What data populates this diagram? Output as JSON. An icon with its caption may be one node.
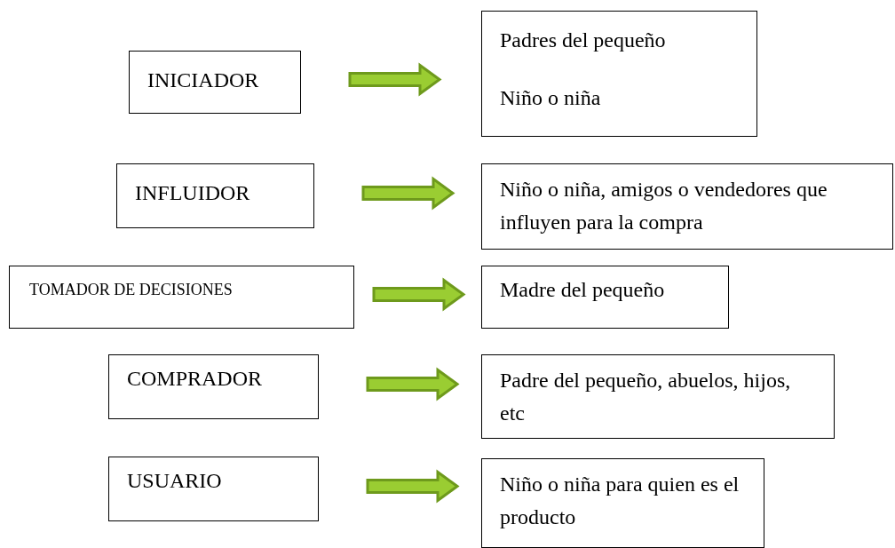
{
  "diagram": {
    "nodes": [
      {
        "text": [
          "INICIADOR"
        ]
      },
      {
        "text": [
          "Padres del pequeño",
          "Niño o niña"
        ]
      },
      {
        "text": [
          "INFLUIDOR"
        ]
      },
      {
        "text": [
          "Niño o niña, amigos o vendedores que influyen para la compra"
        ]
      },
      {
        "text": [
          "TOMADOR DE DECISIONES"
        ]
      },
      {
        "text": [
          "Madre del pequeño"
        ]
      },
      {
        "text": [
          "COMPRADOR"
        ]
      },
      {
        "text": [
          "Padre del pequeño, abuelos, hijos, etc"
        ]
      },
      {
        "text": [
          "USUARIO"
        ]
      },
      {
        "text": [
          "Niño o niña para quien es el producto"
        ]
      }
    ],
    "edges": [
      {
        "from": 0,
        "to": 1,
        "arrow": "to",
        "style": "thick"
      },
      {
        "from": 2,
        "to": 3,
        "arrow": "to",
        "style": "thick"
      },
      {
        "from": 4,
        "to": 5,
        "arrow": "to",
        "style": "thick"
      },
      {
        "from": 6,
        "to": 7,
        "arrow": "to",
        "style": "thick"
      },
      {
        "from": 8,
        "to": 9,
        "arrow": "to",
        "style": "thick"
      }
    ]
  }
}
